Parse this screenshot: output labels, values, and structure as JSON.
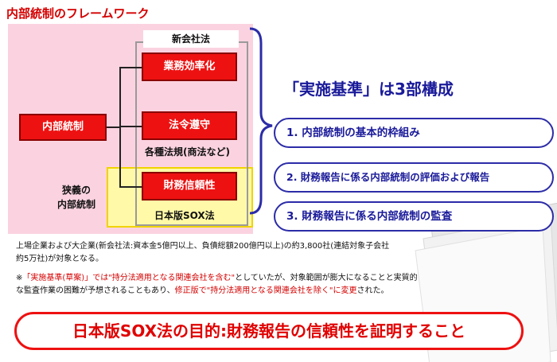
{
  "title": "内部統制のフレームワーク",
  "diagram": {
    "root": "内部統制",
    "law_label": "新会社法",
    "boxes": [
      "業務効率化",
      "法令遵守",
      "財務信頼性"
    ],
    "sublabel_laws": "各種法規(商法など)",
    "narrow_label_line1": "狭義の",
    "narrow_label_line2": "内部統制",
    "jsox_label": "日本版SOX法"
  },
  "right": {
    "heading": "「実施基準」は3部構成",
    "items": [
      "1. 内部統制の基本的枠組み",
      "2. 財務報告に係る内部統制の評価および報告",
      "3. 財務報告に係る内部統制の監査"
    ]
  },
  "notes": {
    "line1": "上場企業および大企業(新会社法:資本金5億円以上、負債総額200億円以上)の約3,800社(連結対象子会社",
    "line2": "約5万社)が対象となる。",
    "note_prefix": "※",
    "note_red1": "「実施基準(草案)」では\"持分法適用となる関連会社を含む\"",
    "note_mid": "としていたが、対象範囲が膨大になることと実質的",
    "note_line2a": "な監査作業の困難が予想されることもあり、",
    "note_red2": "修正版で\"持分法適用となる関連会社を除く\"に変更",
    "note_line2b": "された。"
  },
  "banner": "日本版SOX法の目的:財務報告の信頼性を証明すること",
  "colors": {
    "accent_red": "#ee1111",
    "navy": "#1a1a9a",
    "pink_bg": "#fbd3e0",
    "yellow_bg": "#fff9a8"
  }
}
